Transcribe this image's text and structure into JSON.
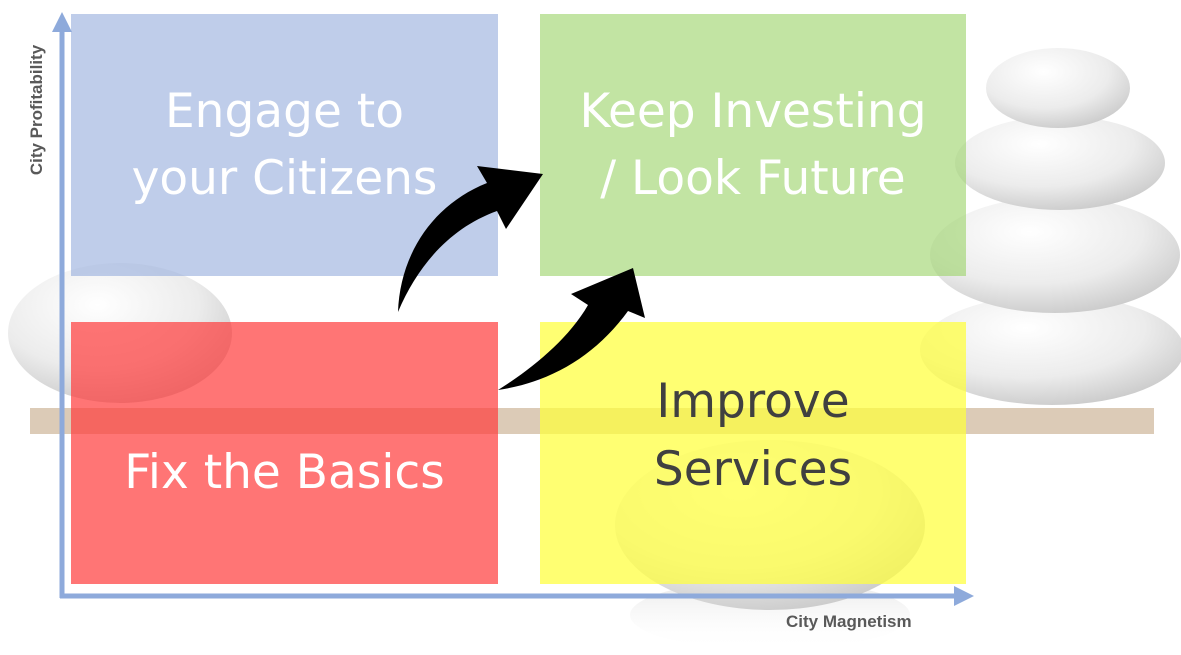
{
  "axes": {
    "y_label": "City Profitability",
    "x_label": "City Magnetism"
  },
  "quadrants": {
    "top_left": {
      "label": "Engage to\nyour Citizens",
      "color": "#a7bbe1",
      "text_color": "#ffffff"
    },
    "top_right": {
      "label": "Keep Investing\n/ Look Future",
      "color": "#b0dc87",
      "text_color": "#ffffff"
    },
    "bottom_left": {
      "label": "Fix the Basics",
      "color": "#ff5a5a",
      "text_color": "#ffffff"
    },
    "bottom_right": {
      "label": "Improve\nServices",
      "color": "#ffff66",
      "text_color": "#404040"
    }
  },
  "colors": {
    "axis": "#8eaadb",
    "arrow": "#000000",
    "shelf": "#d9c8b4"
  }
}
